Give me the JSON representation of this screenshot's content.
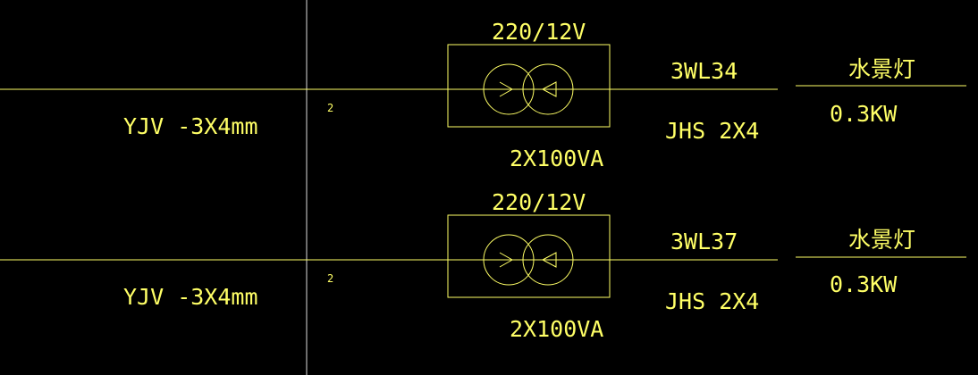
{
  "colors": {
    "background": "#000000",
    "drawing": "#ffff66",
    "divider": "#dcdcdc"
  },
  "circuits": [
    {
      "cable_spec": "YJV -3X4mm",
      "superscript": "2",
      "transformer_voltage": "220/12V",
      "transformer_capacity": "2X100VA",
      "circuit_id": "3WL34",
      "conduit_spec": "JHS 2X4",
      "load_name": "水景灯",
      "load_power": "0.3KW",
      "symbol": "transformer-symbol"
    },
    {
      "cable_spec": "YJV -3X4mm",
      "superscript": "2",
      "transformer_voltage": "220/12V",
      "transformer_capacity": "2X100VA",
      "circuit_id": "3WL37",
      "conduit_spec": "JHS 2X4",
      "load_name": "水景灯",
      "load_power": "0.3KW",
      "symbol": "transformer-symbol"
    }
  ]
}
